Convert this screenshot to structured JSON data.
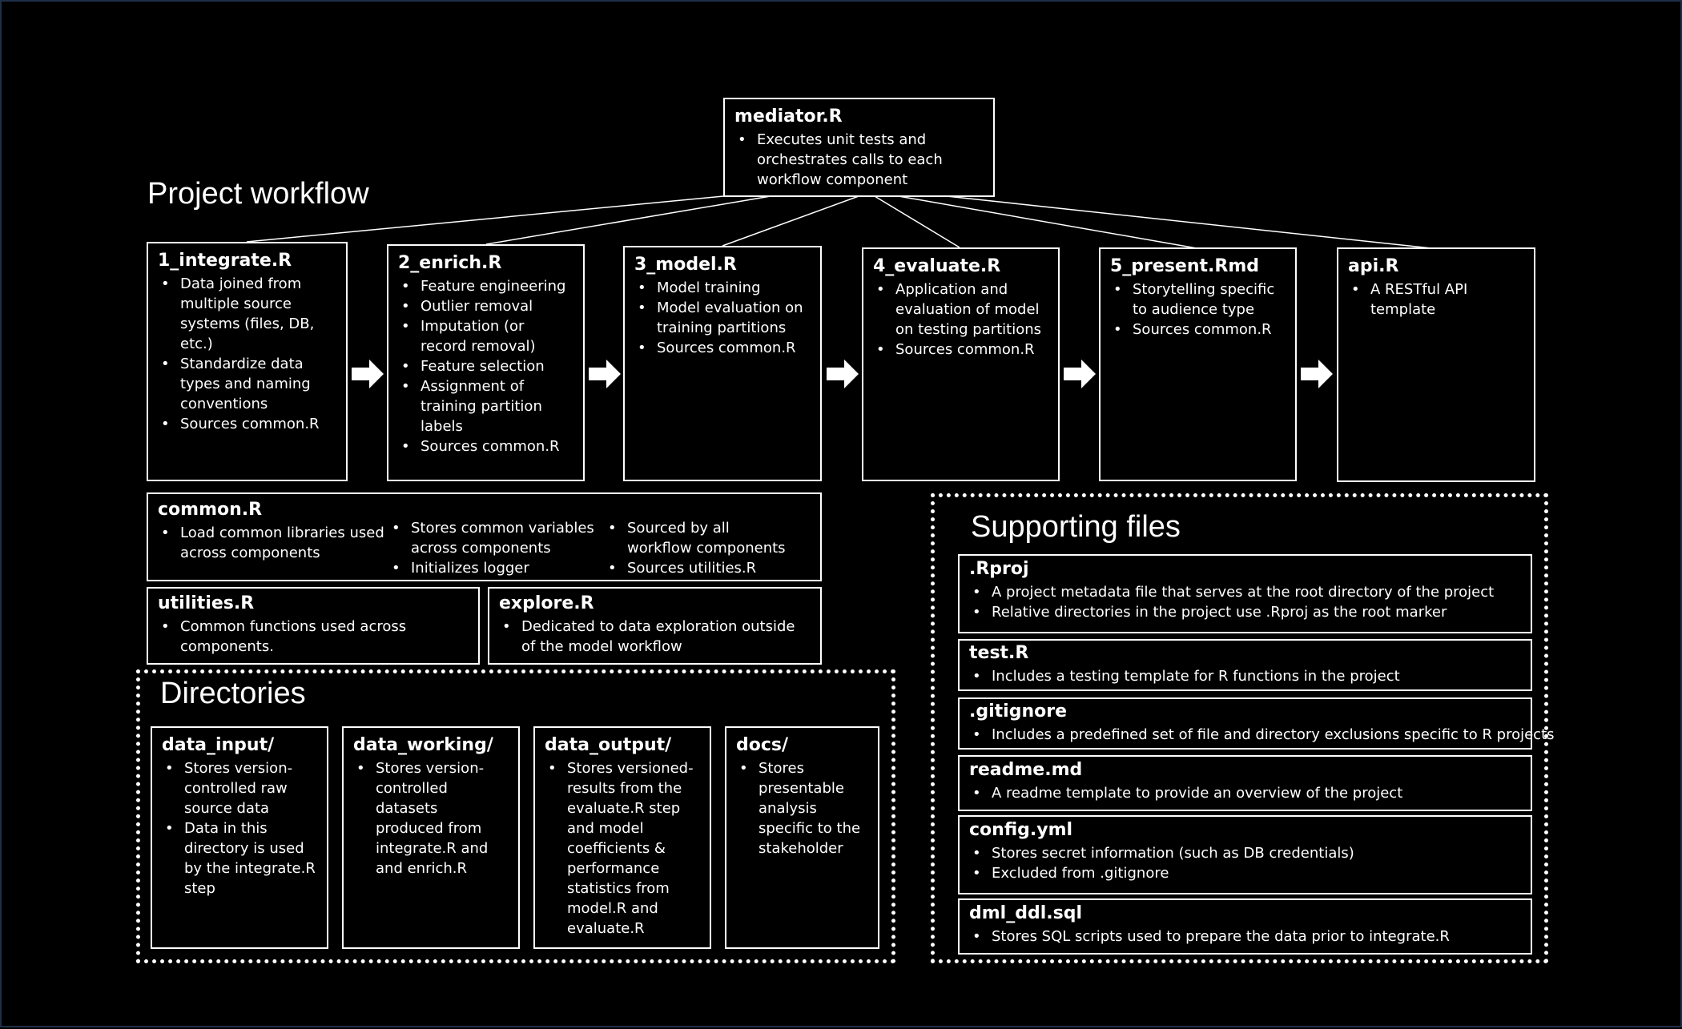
{
  "headings": {
    "workflow": "Project workflow",
    "directories": "Directories",
    "supporting": "Supporting files"
  },
  "mediator": {
    "title": "mediator.R",
    "items": [
      "Executes unit tests and orchestrates calls to each workflow component"
    ]
  },
  "workflow": [
    {
      "title": "1_integrate.R",
      "items": [
        "Data joined from multiple source systems (files, DB, etc.)",
        "Standardize data types and naming conventions",
        "Sources common.R"
      ]
    },
    {
      "title": "2_enrich.R",
      "items": [
        "Feature engineering",
        "Outlier removal",
        "Imputation (or record removal)",
        "Feature selection",
        "Assignment of training partition labels",
        "Sources common.R"
      ]
    },
    {
      "title": "3_model.R",
      "items": [
        "Model training",
        "Model evaluation on training partitions",
        "Sources common.R"
      ]
    },
    {
      "title": "4_evaluate.R",
      "items": [
        "Application and evaluation of model on testing partitions",
        "Sources common.R"
      ]
    },
    {
      "title": "5_present.Rmd",
      "items": [
        "Storytelling specific to audience type",
        "Sources common.R"
      ]
    },
    {
      "title": "api.R",
      "items": [
        "A RESTful API template"
      ]
    }
  ],
  "common": {
    "title": "common.R",
    "col1": [
      "Load common libraries used across components"
    ],
    "col2": [
      "Stores common variables across components",
      "Initializes logger"
    ],
    "col3": [
      "Sourced by all workflow components",
      "Sources utilities.R"
    ]
  },
  "utilities": {
    "title": "utilities.R",
    "items": [
      "Common functions used across components."
    ]
  },
  "explore": {
    "title": "explore.R",
    "items": [
      "Dedicated to data exploration outside of the model workflow"
    ]
  },
  "directories": [
    {
      "title": "data_input/",
      "items": [
        "Stores version-controlled raw source data",
        "Data in this directory is used by the integrate.R step"
      ]
    },
    {
      "title": "data_working/",
      "items": [
        "Stores version-controlled datasets produced from integrate.R and and enrich.R"
      ]
    },
    {
      "title": "data_output/",
      "items": [
        "Stores versioned-results from the evaluate.R step and model coefficients & performance statistics from model.R and evaluate.R"
      ]
    },
    {
      "title": "docs/",
      "items": [
        "Stores presentable analysis specific to the stakeholder"
      ]
    }
  ],
  "supporting": [
    {
      "title": ".Rproj",
      "items": [
        "A project metadata file that serves at the root directory of the project",
        "Relative directories in the project use .Rproj as the root marker"
      ]
    },
    {
      "title": "test.R",
      "items": [
        "Includes a testing template for R functions in the project"
      ]
    },
    {
      "title": ".gitignore",
      "items": [
        "Includes a predefined set of file and directory exclusions specific to R projects"
      ]
    },
    {
      "title": "readme.md",
      "items": [
        "A readme template to provide an overview of the project"
      ]
    },
    {
      "title": "config.yml",
      "items": [
        "Stores secret information (such as DB credentials)",
        "Excluded from .gitignore"
      ]
    },
    {
      "title": "dml_ddl.sql",
      "items": [
        "Stores SQL scripts used to prepare the data prior to integrate.R"
      ]
    }
  ]
}
